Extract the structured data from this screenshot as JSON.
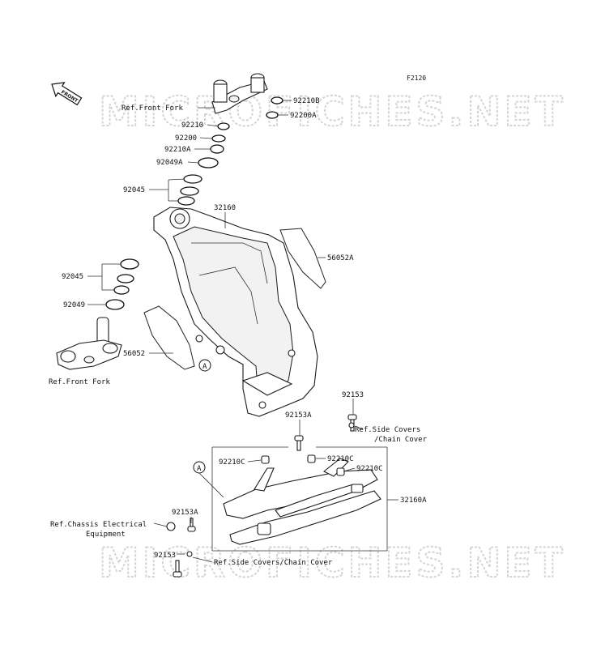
{
  "diagram_code": "F2120",
  "watermark": "MICROFICHES.NET",
  "arrow_label": "FRONT",
  "reference_marker": "A",
  "labels": {
    "ref_front_fork_top": "Ref.Front Fork",
    "p92210b": "92210B",
    "p92200a": "92200A",
    "p92210": "92210",
    "p92200": "92200",
    "p92210a": "92210A",
    "p92049a": "92049A",
    "p92045_top": "92045",
    "p32160": "32160",
    "p56052a": "56052A",
    "p92045_bottom": "92045",
    "p92049": "92049",
    "p56052": "56052",
    "ref_front_fork_bottom": "Ref.Front Fork",
    "p92153_top": "92153",
    "p92153a_top": "92153A",
    "ref_side_covers_top_1": "Ref.Side Covers",
    "ref_side_covers_top_2": "/Chain Cover",
    "p92210c_left": "92210C",
    "p92210c_mid": "92210C",
    "p92210c_right": "92210C",
    "p32160a": "32160A",
    "p92153a_bottom": "92153A",
    "ref_chassis_1": "Ref.Chassis Electrical",
    "ref_chassis_2": "Equipment",
    "p92153_bottom": "92153",
    "ref_side_covers_bottom": "Ref.Side Covers/Chain Cover"
  }
}
